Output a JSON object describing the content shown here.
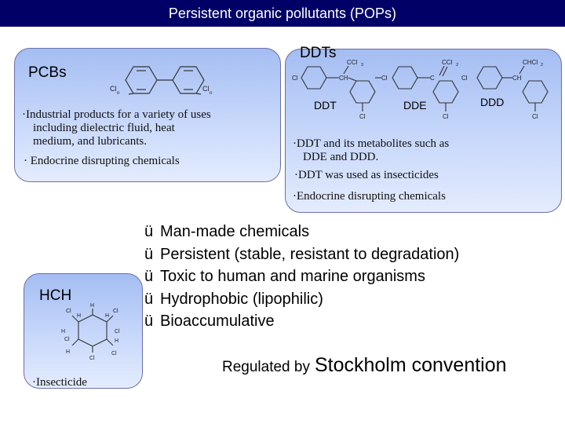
{
  "title": "Persistent organic pollutants (POPs)",
  "pcbs": {
    "heading": "PCBs",
    "bullets": [
      "·Industrial products for a variety of uses",
      "including dielectric fluid, heat",
      "medium, and lubricants.",
      "· Endocrine disrupting chemicals"
    ],
    "structure_labels": {
      "left": "Cl",
      "left_sub": "n",
      "right": "Cl",
      "right_sub": "n"
    }
  },
  "ddts": {
    "heading": "DDTs",
    "compounds": [
      "DDT",
      "DDE",
      "DDD"
    ],
    "structure_labels": {
      "ddt_group": "CCl",
      "ddt_group_sub": "3",
      "dde_group": "CCl",
      "dde_group_sub": "2",
      "ddd_group": "CHCl",
      "ddd_group_sub": "2",
      "cl": "Cl",
      "ch": "CH",
      "c": "C"
    },
    "bullets": [
      "·DDT and its metabolites such as",
      "DDE and DDD.",
      "·DDT was used as insecticides",
      "·Endocrine disrupting chemicals"
    ]
  },
  "hch": {
    "heading": "HCH",
    "bullet": "·Insecticide",
    "structure_labels": {
      "h": "H",
      "cl": "Cl"
    }
  },
  "properties": {
    "check_glyph": "ü",
    "items": [
      "Man-made chemicals",
      "Persistent (stable, resistant to degradation)",
      "Toxic to human and marine organisms",
      "Hydrophobic (lipophilic)",
      "Bioaccumulative"
    ]
  },
  "regulation": {
    "prefix": "Regulated by",
    "emphasis": "Stockholm convention"
  },
  "colors": {
    "title_bar": "#000066",
    "box_border": "#6b6fa8",
    "box_top": "#a4bdf2",
    "box_bottom": "#e4ecfd"
  }
}
